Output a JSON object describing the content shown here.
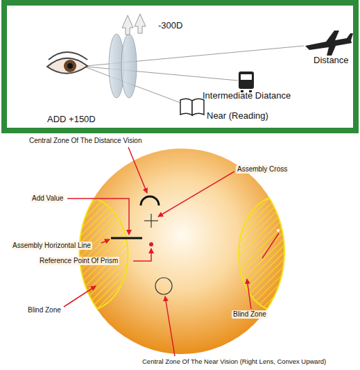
{
  "diagram": {
    "labels": [
      "-300D",
      "Distance",
      "Intermediate Diatance",
      "ADD +150D",
      "Near (Reading)",
      "Central Zone Of The Distance Vision",
      "Assembly Cross",
      "Add Value",
      "Assembly Horizontal Line",
      "Reference Point Of Prism",
      "Blind Zone",
      "Blind Zone",
      "Central Zone Of The Near Vision (Right Lens, Convex Upward)"
    ]
  }
}
